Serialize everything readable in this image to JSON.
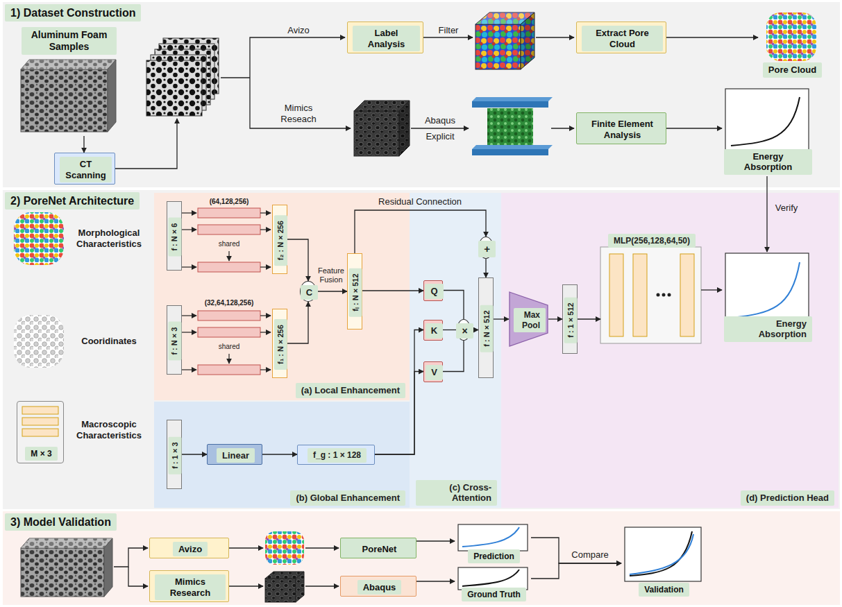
{
  "diagram": {
    "nodes": [
      {
        "text": [
          "1) Dataset Construction"
        ]
      },
      {
        "text": [
          "Aluminum Foam Samples"
        ],
        "in": 0
      },
      {
        "text": [
          "CT Scanning"
        ],
        "in": 0
      },
      {
        "text": [
          "Label Analysis"
        ],
        "in": 0
      },
      {
        "text": [
          "Extract Pore Cloud"
        ],
        "in": 0
      },
      {
        "text": [
          "Pore Cloud"
        ],
        "in": 0
      },
      {
        "text": [
          "Finite Element Analysis"
        ],
        "in": 0
      },
      {
        "text": [
          "Energy Absorption"
        ],
        "in": 0
      },
      {
        "text": [
          "2) PoreNet Architecture"
        ]
      },
      {
        "text": [
          "M × 3"
        ],
        "in": 8
      },
      {
        "text": [
          "(a) Local Enhancement"
        ],
        "in": 8
      },
      {
        "text": [
          "f : N × 6"
        ],
        "in": 10
      },
      {
        "text": [
          "f₂ : N × 256"
        ],
        "in": 10
      },
      {
        "text": [
          "f : N × 3"
        ],
        "in": 10
      },
      {
        "text": [
          "f₁ : N × 256"
        ],
        "in": 10
      },
      {
        "text": [
          "C"
        ],
        "in": 10
      },
      {
        "text": [
          "fₗ : N × 512"
        ],
        "in": 10
      },
      {
        "text": [
          "(b) Global Enhancement"
        ],
        "in": 8
      },
      {
        "text": [
          "f : 1 × 3"
        ],
        "in": 17
      },
      {
        "text": [
          "Linear"
        ],
        "in": 17
      },
      {
        "text": [
          "f_g : 1 × 128"
        ],
        "in": 17
      },
      {
        "text": [
          "(c) Cross-Attention"
        ],
        "in": 8
      },
      {
        "text": [
          "Q"
        ],
        "in": 21
      },
      {
        "text": [
          "K"
        ],
        "in": 21
      },
      {
        "text": [
          "V"
        ],
        "in": 21
      },
      {
        "text": [
          "×"
        ],
        "in": 21
      },
      {
        "text": [
          "+"
        ],
        "in": 21
      },
      {
        "text": [
          "f : N × 512"
        ],
        "in": 21
      },
      {
        "text": [
          "(d) Prediction Head"
        ],
        "in": 8
      },
      {
        "text": [
          "Max Pool"
        ],
        "in": 28
      },
      {
        "text": [
          "f : 1 × 512"
        ],
        "in": 28
      },
      {
        "text": [
          "MLP(256,128,64,50)"
        ],
        "in": 28
      },
      {
        "text": [
          "Energy Absorption"
        ],
        "in": 28
      },
      {
        "text": [
          "3) Model Validation"
        ]
      },
      {
        "text": [
          "Avizo"
        ],
        "in": 33
      },
      {
        "text": [
          "Mimics Research"
        ],
        "in": 33
      },
      {
        "text": [
          "PoreNet"
        ],
        "in": 33
      },
      {
        "text": [
          "Abaqus"
        ],
        "in": 33
      },
      {
        "text": [
          "Prediction"
        ],
        "in": 33
      },
      {
        "text": [
          "Ground Truth"
        ],
        "in": 33
      },
      {
        "text": [
          "Validation"
        ],
        "in": 33
      }
    ],
    "edges": [
      {
        "from": 1,
        "to": 2,
        "arrow": "to"
      },
      {
        "from": 4,
        "to": 5,
        "arrow": "to"
      },
      {
        "from": 6,
        "to": 7,
        "arrow": "to"
      },
      {
        "from": 7,
        "to": 32,
        "arrow": "to",
        "label": "Verify"
      },
      {
        "from": 12,
        "to": 15,
        "arrow": "to"
      },
      {
        "from": 14,
        "to": 15,
        "arrow": "to"
      },
      {
        "from": 15,
        "to": 16,
        "arrow": "to"
      },
      {
        "from": 16,
        "to": 26,
        "arrow": "to",
        "label": "Residual Connection"
      },
      {
        "from": 26,
        "to": 27,
        "arrow": "to"
      },
      {
        "from": 16,
        "to": 22,
        "arrow": "to"
      },
      {
        "from": 18,
        "to": 19,
        "arrow": "to"
      },
      {
        "from": 19,
        "to": 20,
        "arrow": "to"
      },
      {
        "from": 20,
        "to": 23,
        "arrow": "to"
      },
      {
        "from": 20,
        "to": 24,
        "arrow": "to"
      },
      {
        "from": 22,
        "to": 25,
        "arrow": "none"
      },
      {
        "from": 23,
        "to": 25,
        "arrow": "none"
      },
      {
        "from": 24,
        "to": 25,
        "arrow": "none"
      },
      {
        "from": 25,
        "to": 27,
        "arrow": "to"
      },
      {
        "from": 27,
        "to": 29,
        "arrow": "to"
      },
      {
        "from": 29,
        "to": 30,
        "arrow": "to"
      },
      {
        "from": 30,
        "to": 31,
        "arrow": "to"
      },
      {
        "from": 31,
        "to": 32,
        "arrow": "to"
      },
      {
        "from": 36,
        "to": 38,
        "arrow": "to"
      },
      {
        "from": 37,
        "to": 39,
        "arrow": "to"
      },
      {
        "from": 38,
        "to": 40,
        "arrow": "to"
      },
      {
        "from": 39,
        "to": 40,
        "arrow": "to"
      }
    ],
    "labels": [
      "Avizo",
      "Mimics Reseach",
      "Filter",
      "Abaqus",
      "Explicit",
      "Morphological Characteristics",
      "Cooridinates",
      "Macroscopic Characteristics",
      "(64,128,256)",
      "shared",
      "(32,64,128,256)",
      "shared",
      "Feature Fusion",
      "Compare"
    ]
  }
}
